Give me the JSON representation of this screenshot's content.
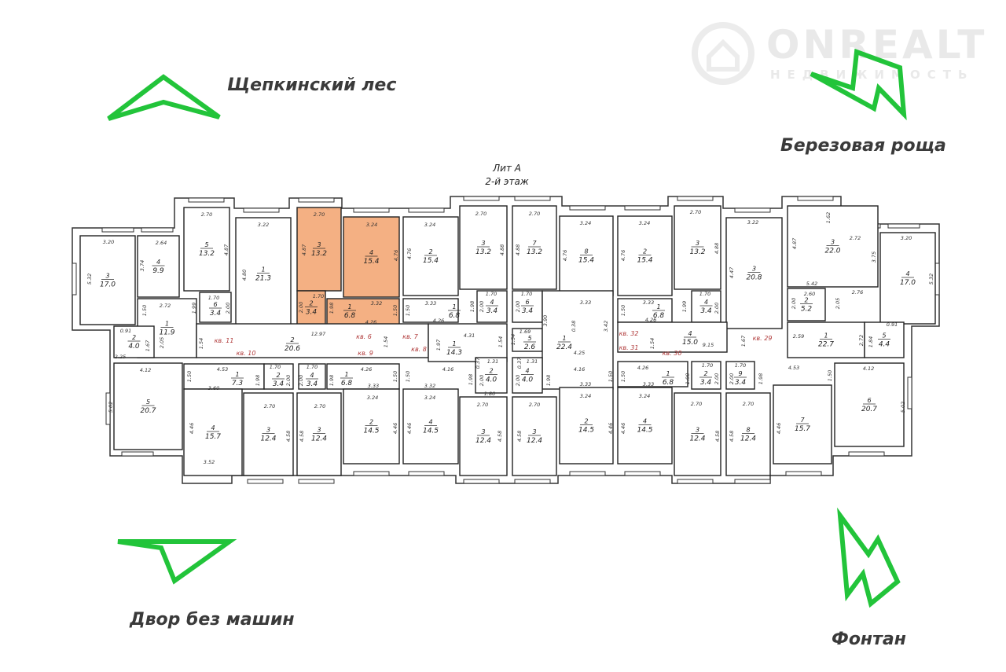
{
  "watermark": {
    "brand": "ONREALT",
    "subtitle": "НЕДВИЖИМОСТЬ"
  },
  "places": {
    "top_left": "Щепкинский лес",
    "top_right": "Березовая роща",
    "bottom_left": "Двор без машин",
    "bottom_right": "Фонтан"
  },
  "plan": {
    "title": "Лит А",
    "floor": "2-й этаж",
    "highlight_color": "#f4b083",
    "arrow_color": "#22c43a",
    "apartments": [
      "кв. 11",
      "кв. 10",
      "кв. 6",
      "кв. 9",
      "кв. 7",
      "кв. 8",
      "кв. 32",
      "кв. 31",
      "кв. 30",
      "кв. 29"
    ],
    "rooms": [
      {
        "num": "3",
        "area": "17.0"
      },
      {
        "num": "4",
        "area": "9.9"
      },
      {
        "num": "5",
        "area": "13.2"
      },
      {
        "num": "1",
        "area": "21.3"
      },
      {
        "num": "3",
        "area": "13.2",
        "highlight": true
      },
      {
        "num": "4",
        "area": "15.4",
        "highlight": true
      },
      {
        "num": "2",
        "area": "3.4",
        "highlight": true
      },
      {
        "num": "1",
        "area": "6.8",
        "highlight": true
      },
      {
        "num": "2",
        "area": "15.4"
      },
      {
        "num": "3",
        "area": "13.2"
      },
      {
        "num": "7",
        "area": "13.2"
      },
      {
        "num": "8",
        "area": "15.4"
      },
      {
        "num": "2",
        "area": "15.4"
      },
      {
        "num": "3",
        "area": "13.2"
      },
      {
        "num": "3",
        "area": "20.8"
      },
      {
        "num": "3",
        "area": "22.0"
      },
      {
        "num": "4",
        "area": "17.0"
      },
      {
        "num": "2",
        "area": "5.2"
      },
      {
        "num": "1",
        "area": "11.9"
      },
      {
        "num": "6",
        "area": "3.4"
      },
      {
        "num": "2",
        "area": "4.0"
      },
      {
        "num": "2",
        "area": "20.6"
      },
      {
        "num": "1",
        "area": "6.8"
      },
      {
        "num": "4",
        "area": "3.4"
      },
      {
        "num": "6",
        "area": "3.4"
      },
      {
        "num": "1",
        "area": "14.3"
      },
      {
        "num": "5",
        "area": "2.6"
      },
      {
        "num": "1",
        "area": "22.4"
      },
      {
        "num": "1",
        "area": "6.8"
      },
      {
        "num": "4",
        "area": "3.4"
      },
      {
        "num": "4",
        "area": "15.0"
      },
      {
        "num": "1",
        "area": "22.7"
      },
      {
        "num": "5",
        "area": "4.4"
      },
      {
        "num": "5",
        "area": "20.7"
      },
      {
        "num": "1",
        "area": "7.3"
      },
      {
        "num": "2",
        "area": "3.4"
      },
      {
        "num": "4",
        "area": "3.4"
      },
      {
        "num": "1",
        "area": "6.8"
      },
      {
        "num": "4",
        "area": "15.7"
      },
      {
        "num": "3",
        "area": "12.4"
      },
      {
        "num": "3",
        "area": "12.4"
      },
      {
        "num": "2",
        "area": "14.5"
      },
      {
        "num": "4",
        "area": "14.5"
      },
      {
        "num": "2",
        "area": "4.0"
      },
      {
        "num": "4",
        "area": "4.0"
      },
      {
        "num": "3",
        "area": "12.4"
      },
      {
        "num": "3",
        "area": "12.4"
      },
      {
        "num": "2",
        "area": "14.5"
      },
      {
        "num": "1",
        "area": "6.8"
      },
      {
        "num": "4",
        "area": "14.5"
      },
      {
        "num": "2",
        "area": "3.4"
      },
      {
        "num": "9",
        "area": "3.4"
      },
      {
        "num": "3",
        "area": "12.4"
      },
      {
        "num": "8",
        "area": "12.4"
      },
      {
        "num": "7",
        "area": "15.7"
      },
      {
        "num": "6",
        "area": "20.7"
      }
    ],
    "dimensions": [
      "3.20",
      "2.64",
      "2.70",
      "3.22",
      "2.70",
      "3.24",
      "3.24",
      "2.70",
      "2.70",
      "3.24",
      "3.24",
      "2.70",
      "3.22",
      "2.72",
      "3.20",
      "1.62",
      "5.32",
      "3.74",
      "4.87",
      "4.80",
      "4.87",
      "4.76",
      "4.76",
      "4.88",
      "4.88",
      "4.76",
      "4.76",
      "4.88",
      "4.47",
      "4.87",
      "3.75",
      "5.32",
      "2.72",
      "1.50",
      "1.99",
      "1.70",
      "2.00",
      "1.70",
      "2.00",
      "1.98",
      "3.32",
      "1.50",
      "1.50",
      "3.33",
      "1.98",
      "4.26",
      "4.26",
      "1.70",
      "2.00",
      "2.00",
      "1.70",
      "3.90",
      "3.33",
      "0.38",
      "3.42",
      "3.33",
      "1.50",
      "1.99",
      "1.70",
      "2.00",
      "4.26",
      "5.42",
      "2.60",
      "2.00",
      "2.05",
      "2.76",
      "12.97",
      "1.54",
      "1.54",
      "2.05",
      "1.67",
      "2.25",
      "0.91",
      "4.31",
      "1.54",
      "1.69",
      "1.54",
      "1.97",
      "4.25",
      "1.54",
      "9.15",
      "1.67",
      "2.59",
      "2.72",
      "1.84",
      "0.91",
      "4.12",
      "4.53",
      "1.50",
      "1.70",
      "1.98",
      "2.00",
      "1.70",
      "2.00",
      "1.98",
      "4.26",
      "1.50",
      "1.50",
      "4.16",
      "0.37",
      "1.31",
      "1.98",
      "2.00",
      "1.80",
      "0.37",
      "1.31",
      "2.00",
      "1.98",
      "4.16",
      "1.50",
      "1.50",
      "4.26",
      "1.98",
      "1.70",
      "2.00",
      "1.70",
      "2.00",
      "1.98",
      "4.53",
      "1.50",
      "4.12",
      "3.33",
      "3.32",
      "3.33",
      "3.33",
      "3.60",
      "3.24",
      "3.24",
      "2.70",
      "2.70",
      "2.70",
      "2.70",
      "3.24",
      "3.24",
      "2.70",
      "2.70",
      "5.02",
      "5.02",
      "4.46",
      "4.58",
      "4.58",
      "4.46",
      "4.46",
      "4.58",
      "4.58",
      "4.46",
      "4.46",
      "4.58",
      "4.58",
      "4.46",
      "3.52"
    ]
  }
}
